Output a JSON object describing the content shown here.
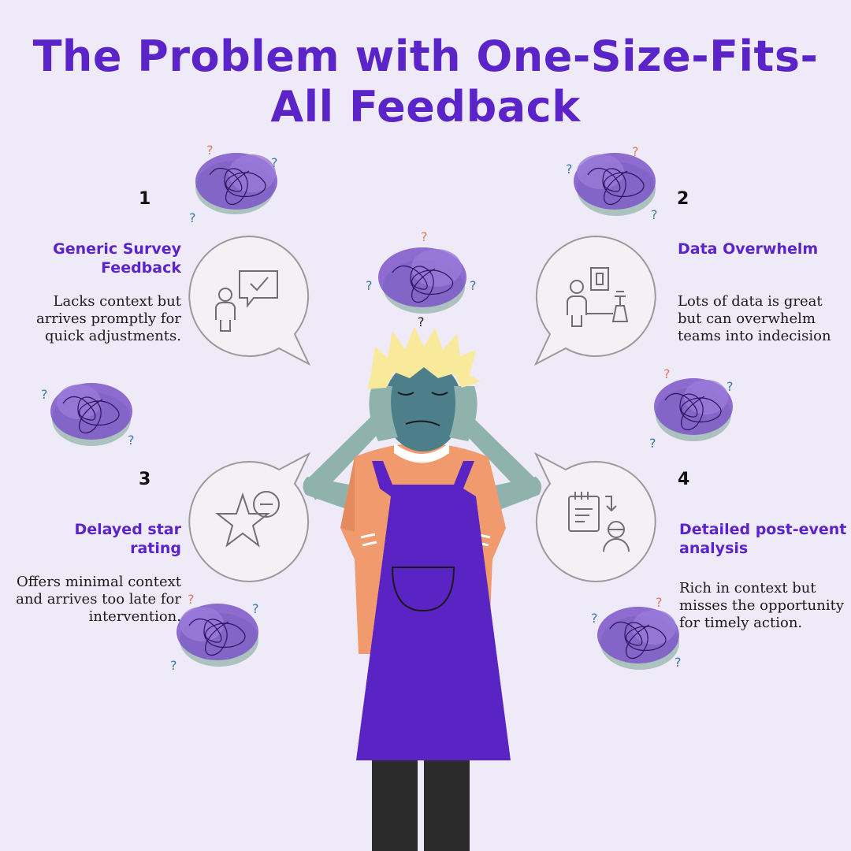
{
  "title": "The Problem with One-Size-Fits-All Feedback",
  "items": [
    {
      "number": "1",
      "heading": "Generic Survey Feedback",
      "description": "Lacks context but arrives promptly for quick adjustments.",
      "icon": "person-checkmark-message-icon"
    },
    {
      "number": "2",
      "heading": "Data Overwhelm",
      "description": "Lots of data is great but can overwhelm teams into indecision",
      "icon": "person-document-desk-icon"
    },
    {
      "number": "3",
      "heading": "Delayed star rating",
      "description": "Offers minimal context and arrives too late for intervention.",
      "icon": "star-minus-icon"
    },
    {
      "number": "4",
      "heading": "Detailed post-event analysis",
      "description": "Rich in context but misses the opportunity for timely action.",
      "icon": "clipboard-person-icon"
    }
  ],
  "colors": {
    "background": "#efeaf8",
    "accent": "#5b24c8",
    "cloud": "#7b55c8",
    "apron": "#5a23c4",
    "shirt": "#f09a6e",
    "skin": "#8fb3ac",
    "hair": "#f8ea9a"
  }
}
